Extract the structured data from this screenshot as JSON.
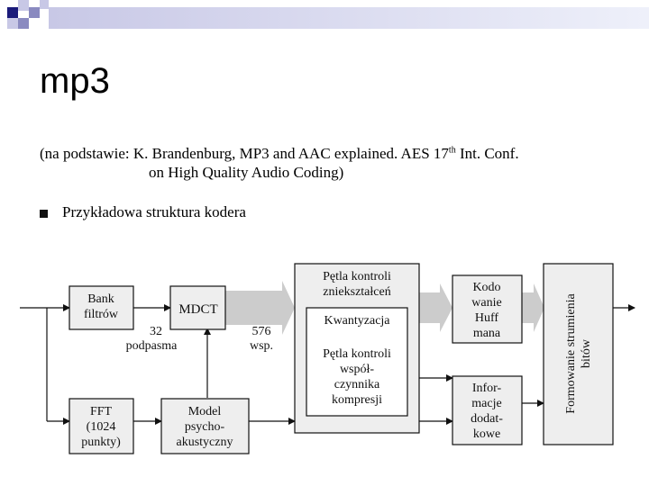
{
  "slide": {
    "title": "mp3",
    "source_line1_pre": "(na podstawie: K. Brandenburg, MP3 and AAC explained. AES 17",
    "source_sup": "th",
    "source_line1_post": " Int. Conf.",
    "source_line2": "on High Quality Audio Coding)",
    "bullet": "Przykładowa struktura kodera"
  },
  "diagram": {
    "bank_line1": "Bank",
    "bank_line2": "filtrów",
    "mdct": "MDCT",
    "label_32": "32",
    "label_podpasma": "podpasma",
    "label_576": "576",
    "label_wsp": "wsp.",
    "fft_line1": "FFT",
    "fft_line2": "(1024",
    "fft_line3": "punkty)",
    "model_line1": "Model",
    "model_line2": "psycho-",
    "model_line3": "akustyczny",
    "petla1_line1": "Pętla kontroli",
    "petla1_line2": "zniekształceń",
    "kwant": "Kwantyzacja",
    "petla2_line1": "Pętla kontroli",
    "petla2_line2": "współ-",
    "petla2_line3": "czynnika",
    "petla2_line4": "kompresji",
    "kodo_line1": "Kodo",
    "kodo_line2": "wanie",
    "kodo_line3": "Huff",
    "kodo_line4": "mana",
    "info_line1": "Infor-",
    "info_line2": "macje",
    "info_line3": "dodat-",
    "info_line4": "kowe",
    "formowanie_line1": "Formowanie strumienia",
    "formowanie_line2": "bitów"
  },
  "colors": {
    "box_fill": "#eeeeee",
    "arrow_fill": "#cccccc",
    "deco_dark": "#1a1a7a",
    "deco_mid": "#8a8ac0",
    "deco_light": "#c8c8e6"
  }
}
